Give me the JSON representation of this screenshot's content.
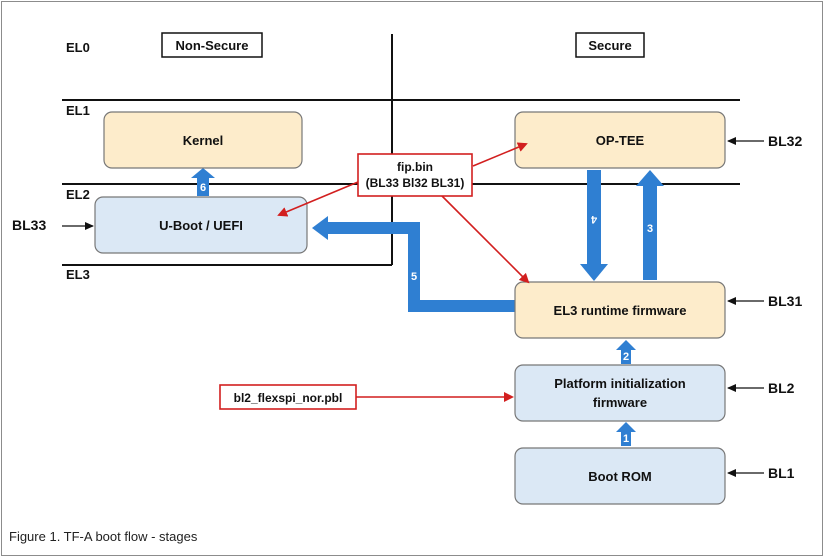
{
  "diagram": {
    "exception_levels": [
      "EL0",
      "EL1",
      "EL2",
      "EL3"
    ],
    "worlds": {
      "non_secure": "Non-Secure",
      "secure": "Secure"
    },
    "boxes": {
      "kernel": "Kernel",
      "uboot": "U-Boot / UEFI",
      "optee": "OP-TEE",
      "el3_runtime": "EL3 runtime firmware",
      "platform_init_line1": "Platform initialization",
      "platform_init_line2": "firmware",
      "boot_rom": "Boot ROM"
    },
    "stage_labels": {
      "bl33": "BL33",
      "bl32": "BL32",
      "bl31": "BL31",
      "bl2": "BL2",
      "bl1": "BL1"
    },
    "callouts": {
      "fip_line1": "fip.bin",
      "fip_line2": "(BL33 Bl32 BL31)",
      "bl2_image": "bl2_flexspi_nor.pbl"
    },
    "flow_steps": [
      "1",
      "2",
      "3",
      "4",
      "5",
      "6"
    ],
    "colors": {
      "nonsecure_box_fill": "#fdeccb",
      "secure_box_fill": "#dbe8f5",
      "flow_arrow": "#2f7fd2",
      "callout_border": "#d21f1f"
    }
  },
  "caption": "Figure 1.  TF-A boot flow - stages"
}
